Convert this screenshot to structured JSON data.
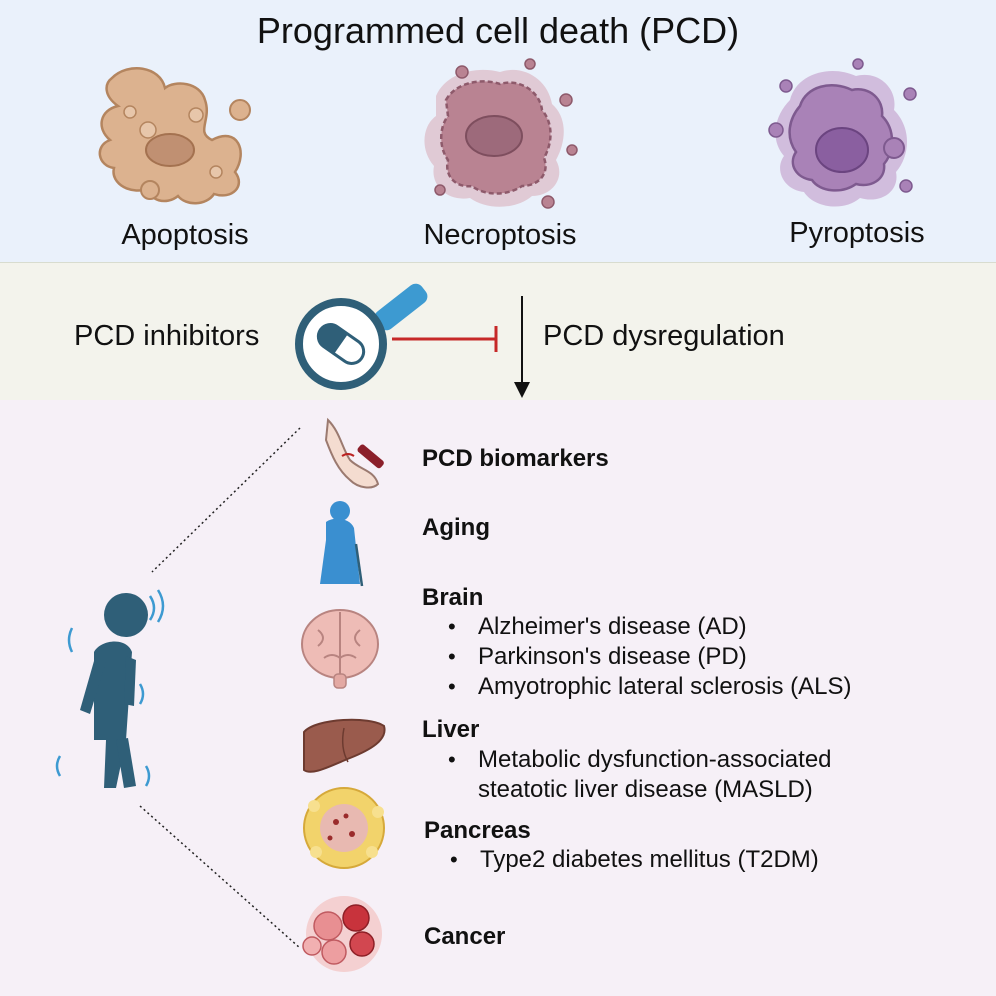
{
  "title": "Programmed cell death (PCD)",
  "cell_types": [
    "Apoptosis",
    "Necroptosis",
    "Pyroptosis"
  ],
  "middle": {
    "inhibitors_label": "PCD inhibitors",
    "dysregulation_label": "PCD dysregulation",
    "inhibit_line_color": "#c62828",
    "arrow_color": "#111111"
  },
  "categories": [
    {
      "heading": "PCD biomarkers",
      "icon": "blood-draw-arm-icon",
      "items": []
    },
    {
      "heading": "Aging",
      "icon": "elderly-person-icon",
      "items": []
    },
    {
      "heading": "Brain",
      "icon": "brain-icon",
      "items": [
        "Alzheimer's disease (AD)",
        "Parkinson's disease (PD)",
        "Amyotrophic lateral sclerosis (ALS)"
      ]
    },
    {
      "heading": "Liver",
      "icon": "liver-icon",
      "items": [
        "Metabolic dysfunction-associated",
        "steatotic liver disease (MASLD)"
      ]
    },
    {
      "heading": "Pancreas",
      "icon": "pancreatic-islet-icon",
      "items": [
        "Type2 diabetes mellitus (T2DM)"
      ]
    },
    {
      "heading": "Cancer",
      "icon": "cancer-cells-icon",
      "items": []
    }
  ],
  "colors": {
    "top_panel": "#eaf1fb",
    "mid_panel": "#f3f3ec",
    "bottom_panel": "#f6f0f7",
    "person": "#2f5f78",
    "apoptosis": "#dcb28f",
    "necroptosis": "#b98392",
    "pyroptosis": "#a982b7"
  }
}
